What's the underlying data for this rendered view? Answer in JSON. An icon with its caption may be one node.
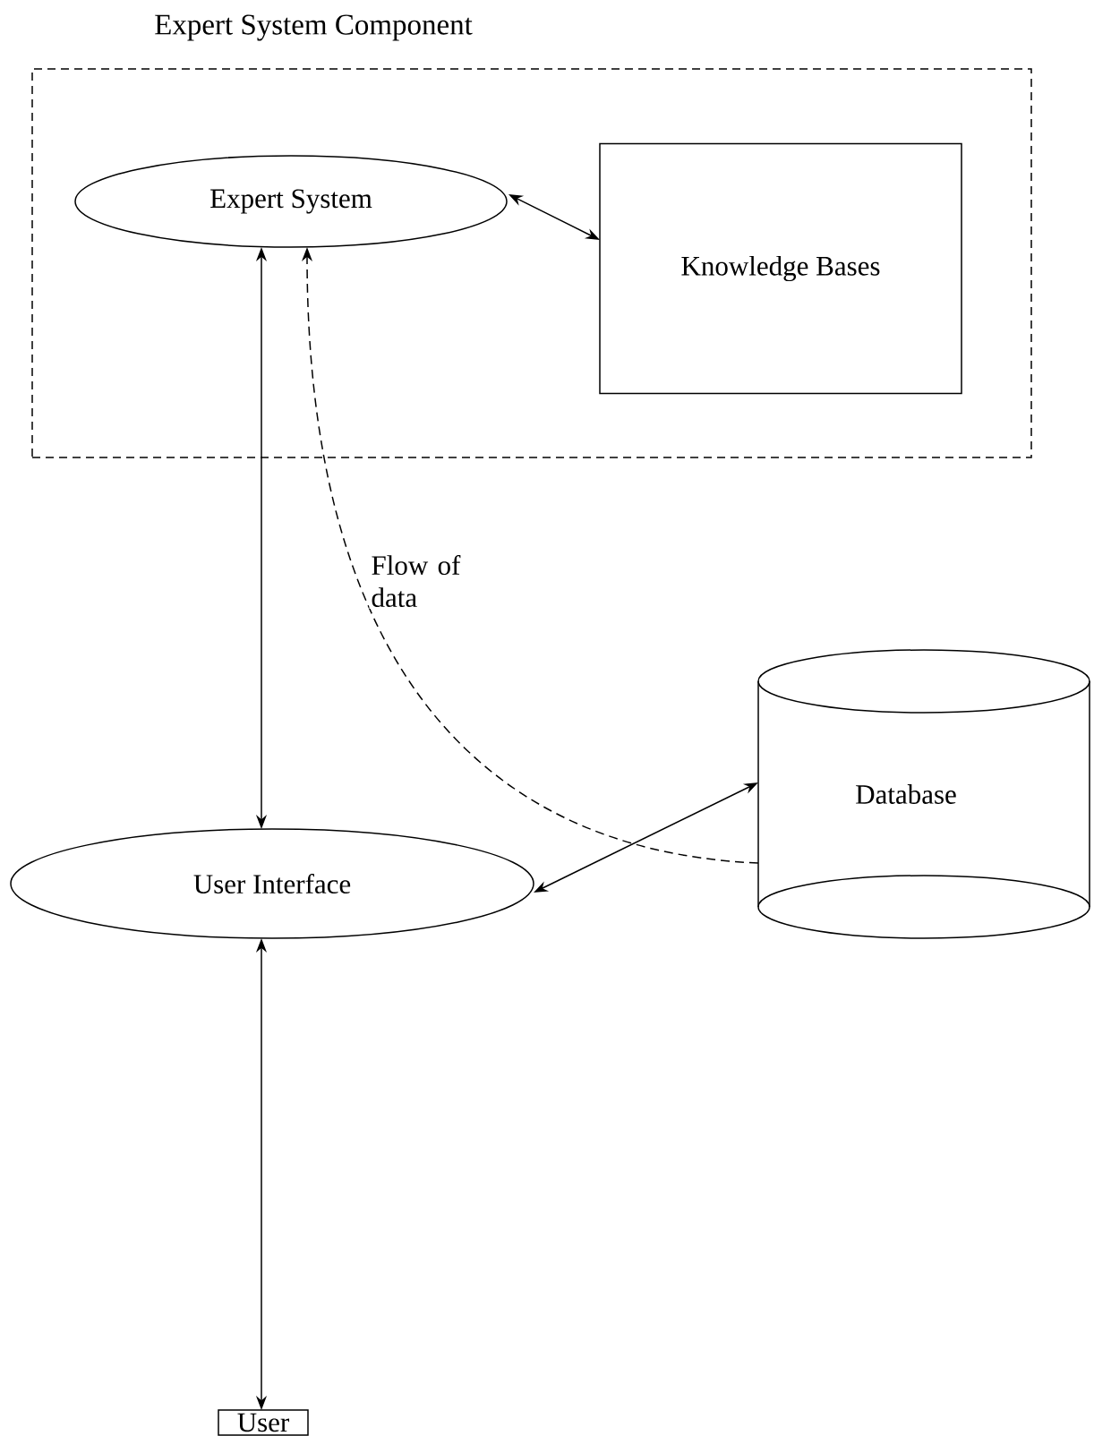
{
  "diagram": {
    "nodes": [
      {
        "text": [
          "Expert System Component"
        ]
      },
      {
        "text": [
          "Expert System"
        ],
        "in": 0
      },
      {
        "text": [
          "Knowledge Bases"
        ],
        "in": 0
      },
      {
        "text": [
          "User Interface"
        ]
      },
      {
        "text": [
          "Database"
        ]
      },
      {
        "text": [
          "User"
        ]
      }
    ],
    "edges": [
      {
        "from": 1,
        "to": 2,
        "arrow": "both"
      },
      {
        "from": 1,
        "to": 3,
        "arrow": "both"
      },
      {
        "from": 4,
        "to": 1,
        "arrow": "to",
        "style": "dashed",
        "label": "Flow of data"
      },
      {
        "from": 3,
        "to": 4,
        "arrow": "both"
      },
      {
        "from": 3,
        "to": 5,
        "arrow": "both"
      }
    ]
  }
}
